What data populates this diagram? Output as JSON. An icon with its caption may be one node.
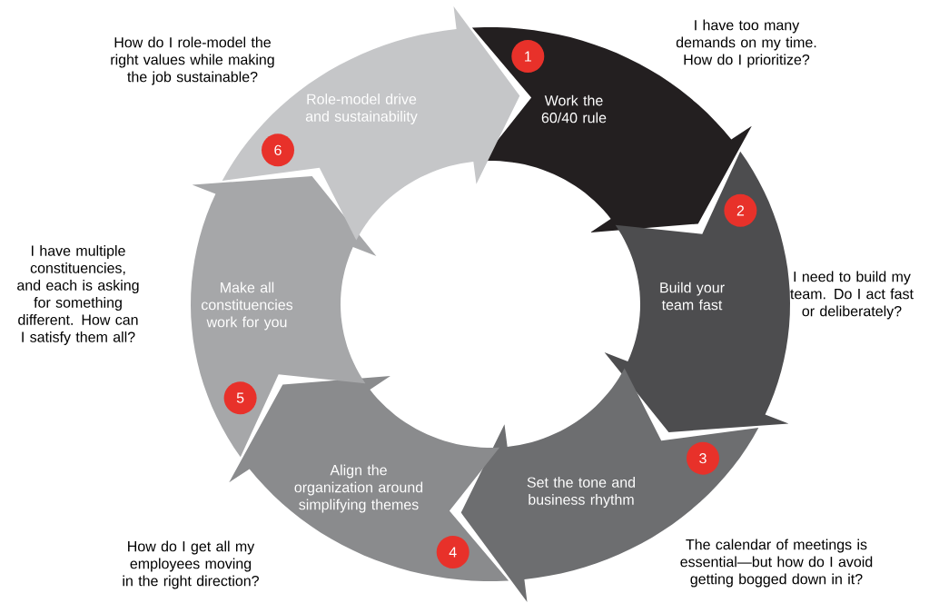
{
  "diagram": {
    "nodes": [
      {
        "text": [
          "Work the 60/40 rule"
        ],
        "beside": [
          "I have too many demands on my time. How do I prioritize?"
        ]
      },
      {
        "text": [
          "1"
        ],
        "in": 0
      },
      {
        "text": [
          "Build your team fast"
        ],
        "beside": [
          "I need to build my team. Do I act fast or deliberately?"
        ]
      },
      {
        "text": [
          "2"
        ],
        "in": 2
      },
      {
        "text": [
          "Set the tone and business rhythm"
        ],
        "beside": [
          "The calendar of meetings is essential—but how do I avoid getting bogged down in it?"
        ]
      },
      {
        "text": [
          "3"
        ],
        "in": 4
      },
      {
        "text": [
          "Align the organization around simplifying themes"
        ],
        "beside": [
          "How do I get all my employees moving in the right direction?"
        ]
      },
      {
        "text": [
          "4"
        ],
        "in": 6
      },
      {
        "text": [
          "Make all constituencies work for you"
        ],
        "beside": [
          "I have multiple constituencies, and each is asking for something different. How can I satisfy them all?"
        ]
      },
      {
        "text": [
          "5"
        ],
        "in": 8
      },
      {
        "text": [
          "Role-model drive and sustainability"
        ],
        "beside": [
          "How do I role-model the right values while making the job sustainable?"
        ]
      },
      {
        "text": [
          "6"
        ],
        "in": 10
      }
    ]
  }
}
